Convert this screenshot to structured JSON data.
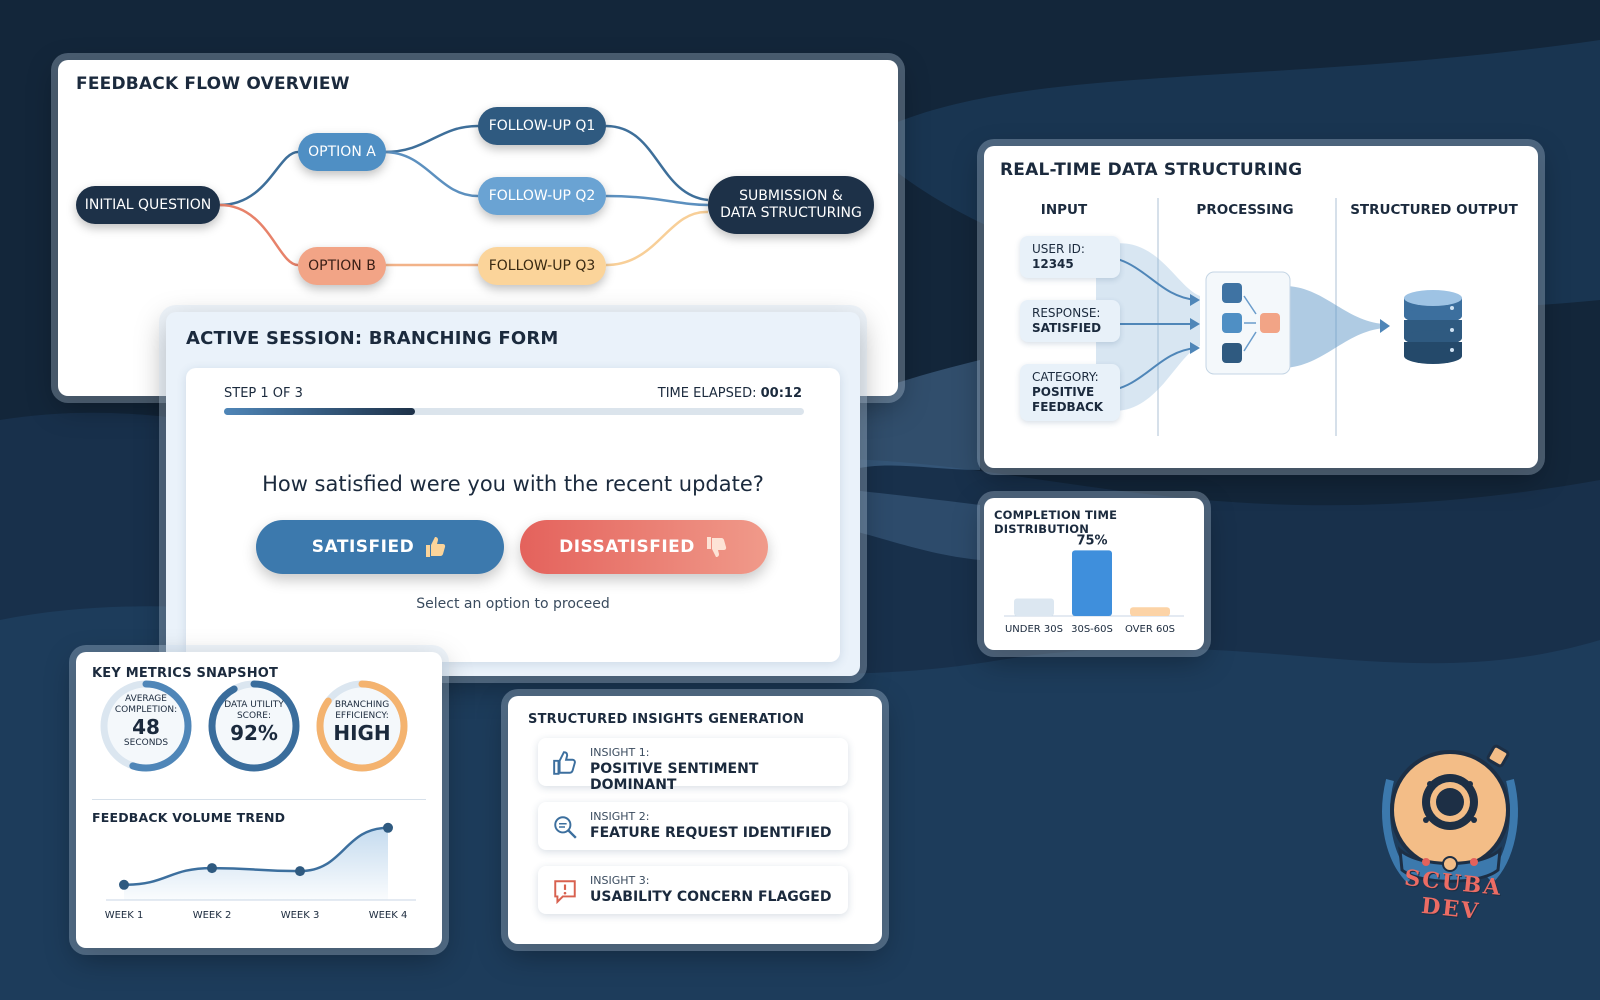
{
  "flow": {
    "title": "FEEDBACK FLOW OVERVIEW",
    "initial": "INITIAL QUESTION",
    "option_a": "OPTION A",
    "option_b": "OPTION B",
    "followup_q1": "FOLLOW-UP Q1",
    "followup_q2": "FOLLOW-UP Q2",
    "followup_q3": "FOLLOW-UP Q3",
    "submission_line1": "SUBMISSION &",
    "submission_line2": "DATA STRUCTURING"
  },
  "realtime": {
    "title": "REAL-TIME DATA STRUCTURING",
    "col_input": "INPUT",
    "col_processing": "PROCESSING",
    "col_output": "STRUCTURED OUTPUT",
    "inputs": [
      {
        "label": "USER ID:",
        "value": "12345"
      },
      {
        "label": "RESPONSE:",
        "value": "SATISFIED"
      },
      {
        "label": "CATEGORY:",
        "value": "POSITIVE FEEDBACK"
      }
    ],
    "output_icon": "database-icon"
  },
  "session": {
    "title": "ACTIVE SESSION: BRANCHING FORM",
    "step": "STEP 1 OF 3",
    "time_label": "TIME ELAPSED:",
    "time_value": "00:12",
    "progress": 0.33,
    "question": "How satisfied were you with the recent update?",
    "satisfied_label": "SATISFIED",
    "dissatisfied_label": "DISSATISFIED",
    "hint": "Select an option to proceed",
    "colors": {
      "satisfied": "#3c79ad",
      "dissatisfied": "#e4625c"
    }
  },
  "completion": {
    "title": "COMPLETION TIME DISTRIBUTION",
    "chart_data": {
      "type": "bar",
      "categories": [
        "UNDER 30S",
        "30S-60S",
        "OVER 60S"
      ],
      "values": [
        20,
        75,
        10
      ],
      "data_labels": [
        "",
        "75%",
        ""
      ],
      "colors": [
        "#dce7f1",
        "#3f8fdc",
        "#fcd3a6"
      ]
    }
  },
  "metrics": {
    "title": "KEY METRICS SNAPSHOT",
    "gauges": [
      {
        "label1": "AVERAGE",
        "label2": "COMPLETION:",
        "value": "48",
        "unit": "SECONDS",
        "fill": 0.55,
        "color": "#4f86b8"
      },
      {
        "label1": "DATA UTILITY",
        "label2": "SCORE:",
        "value": "92%",
        "unit": "",
        "fill": 0.92,
        "color": "#3a6d9c"
      },
      {
        "label1": "BRANCHING",
        "label2": "EFFICIENCY:",
        "value": "HIGH",
        "unit": "",
        "fill": 0.85,
        "color": "#f4b36f"
      }
    ],
    "trend_title": "FEEDBACK VOLUME TREND",
    "chart_data": {
      "type": "line",
      "categories": [
        "WEEK 1",
        "WEEK 2",
        "WEEK 3",
        "WEEK 4"
      ],
      "values": [
        20,
        42,
        38,
        95
      ],
      "ylim": [
        0,
        100
      ]
    }
  },
  "insights": {
    "title": "STRUCTURED INSIGHTS GENERATION",
    "items": [
      {
        "small": "INSIGHT 1:",
        "big": "POSITIVE SENTIMENT DOMINANT",
        "icon": "thumbs-up-icon"
      },
      {
        "small": "INSIGHT 2:",
        "big": "FEATURE REQUEST IDENTIFIED",
        "icon": "magnifier-icon"
      },
      {
        "small": "INSIGHT 3:",
        "big": "USABILITY CONCERN FLAGGED",
        "icon": "alert-bubble-icon"
      }
    ]
  },
  "logo": {
    "text": "SCUBA DEV",
    "icon": "diving-helmet-icon"
  }
}
